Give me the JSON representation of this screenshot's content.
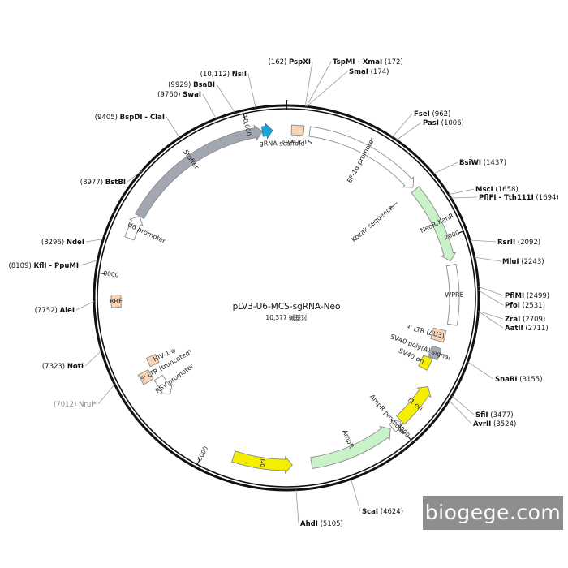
{
  "plasmid": {
    "title": "pLV3-U6-MCS-sgRNA-Neo",
    "length_text": "10,377 碱基对",
    "length_bp": 10377
  },
  "colors": {
    "backbone": "#111111",
    "stuffer": "#a2a8b2",
    "neo": "#c9f2c9",
    "ampr": "#c9f2c9",
    "ori_yellow": "#f4ee00",
    "peach": "#f8d5b6",
    "gray_box": "#a8acb4",
    "promoter": "#ffffff",
    "scaffold": "#1aa6d8"
  },
  "ticks": [
    {
      "bp": 2000,
      "label": "2000"
    },
    {
      "bp": 4000,
      "label": "4000"
    },
    {
      "bp": 6000,
      "label": "6000"
    },
    {
      "bp": 8000,
      "label": "8000"
    },
    {
      "bp": 10000,
      "label": "10,000"
    }
  ],
  "sites": [
    {
      "id": "pspxi",
      "bp": 162,
      "pos": "(162)",
      "name": "PspXI",
      "side": "L"
    },
    {
      "id": "tspmi",
      "bp": 172,
      "pos": "(172)",
      "name": "TspMI - XmaI",
      "side": "R"
    },
    {
      "id": "smai",
      "bp": 174,
      "pos": "(174)",
      "name": "SmaI",
      "side": "R"
    },
    {
      "id": "fsei",
      "bp": 962,
      "pos": "(962)",
      "name": "FseI",
      "side": "R"
    },
    {
      "id": "pasi",
      "bp": 1006,
      "pos": "(1006)",
      "name": "PasI",
      "side": "R"
    },
    {
      "id": "bsiwi",
      "bp": 1437,
      "pos": "(1437)",
      "name": "BsiWI",
      "side": "R"
    },
    {
      "id": "msci",
      "bp": 1658,
      "pos": "(1658)",
      "name": "MscI",
      "side": "R"
    },
    {
      "id": "pflfi",
      "bp": 1694,
      "pos": "(1694)",
      "name": "PflFI - Tth111I",
      "side": "R"
    },
    {
      "id": "rsrii",
      "bp": 2092,
      "pos": "(2092)",
      "name": "RsrII",
      "side": "R"
    },
    {
      "id": "mlui",
      "bp": 2243,
      "pos": "(2243)",
      "name": "MluI",
      "side": "R"
    },
    {
      "id": "pflmi",
      "bp": 2499,
      "pos": "(2499)",
      "name": "PflMI",
      "side": "R"
    },
    {
      "id": "pfoi",
      "bp": 2531,
      "pos": "(2531)",
      "name": "PfoI",
      "side": "R"
    },
    {
      "id": "zrai",
      "bp": 2709,
      "pos": "(2709)",
      "name": "ZraI",
      "side": "R"
    },
    {
      "id": "aatii",
      "bp": 2711,
      "pos": "(2711)",
      "name": "AatII",
      "side": "R"
    },
    {
      "id": "snabi",
      "bp": 3155,
      "pos": "(3155)",
      "name": "SnaBI",
      "side": "R"
    },
    {
      "id": "sfii",
      "bp": 3477,
      "pos": "(3477)",
      "name": "SfiI",
      "side": "R"
    },
    {
      "id": "avrii",
      "bp": 3524,
      "pos": "(3524)",
      "name": "AvrII",
      "side": "R"
    },
    {
      "id": "scai",
      "bp": 4624,
      "pos": "(4624)",
      "name": "ScaI",
      "side": "R"
    },
    {
      "id": "ahdi",
      "bp": 5105,
      "pos": "(5105)",
      "name": "AhdI",
      "side": "R"
    },
    {
      "id": "nrui",
      "bp": 7012,
      "pos": "(7012)",
      "name": "NruI*",
      "side": "L",
      "muted": true
    },
    {
      "id": "noti",
      "bp": 7323,
      "pos": "(7323)",
      "name": "NotI",
      "side": "L"
    },
    {
      "id": "alei",
      "bp": 7752,
      "pos": "(7752)",
      "name": "AleI",
      "side": "L"
    },
    {
      "id": "kfli",
      "bp": 8109,
      "pos": "(8109)",
      "name": "KflI - PpuMI",
      "side": "L"
    },
    {
      "id": "ndei",
      "bp": 8296,
      "pos": "(8296)",
      "name": "NdeI",
      "side": "L"
    },
    {
      "id": "bstbi",
      "bp": 8977,
      "pos": "(8977)",
      "name": "BstBI",
      "side": "L"
    },
    {
      "id": "bspdi",
      "bp": 9405,
      "pos": "(9405)",
      "name": "BspDI - ClaI",
      "side": "L"
    },
    {
      "id": "swai",
      "bp": 9760,
      "pos": "(9760)",
      "name": "SwaI",
      "side": "L"
    },
    {
      "id": "bsabi",
      "bp": 9929,
      "pos": "(9929)",
      "name": "BsaBI",
      "side": "L"
    },
    {
      "id": "nsii",
      "bp": 10112,
      "pos": "(10,112)",
      "name": "NsiI",
      "side": "L"
    }
  ],
  "features": [
    {
      "id": "stuffer",
      "label": "Stuffer",
      "start": 8620,
      "end": 10140,
      "kind": "arrow",
      "color": "stuffer",
      "dir": 1
    },
    {
      "id": "grna-scaffold",
      "label": "gRNA scaffold",
      "start": 10140,
      "end": 10240,
      "kind": "arrow",
      "color": "scaffold",
      "dir": 1
    },
    {
      "id": "u6-promoter",
      "label": "U6 promoter",
      "start": 8380,
      "end": 8620,
      "kind": "arrow",
      "color": "promoter",
      "dir": 1
    },
    {
      "id": "cppt-cts",
      "label": "cPPT/CTS",
      "start": 50,
      "end": 170,
      "kind": "box",
      "color": "peach"
    },
    {
      "id": "ef1a-promoter",
      "label": "EF-1α promoter",
      "start": 230,
      "end": 1410,
      "kind": "arrow",
      "color": "promoter",
      "dir": 1
    },
    {
      "id": "neor-kanr",
      "label": "NeoR/KanR",
      "start": 1440,
      "end": 2230,
      "kind": "arrow",
      "color": "neo",
      "dir": 1
    },
    {
      "id": "wpre",
      "label": "WPRE",
      "start": 2270,
      "end": 2860,
      "kind": "box",
      "color": "promoter"
    },
    {
      "id": "3-ltr",
      "label": "3' LTR (ΔU3)",
      "start": 2930,
      "end": 3050,
      "kind": "box",
      "color": "peach"
    },
    {
      "id": "sv40-polya",
      "label": "SV40 poly(A) signal",
      "start": 3120,
      "end": 3240,
      "kind": "box",
      "color": "gray_box"
    },
    {
      "id": "sv40-ori",
      "label": "SV40 ori",
      "start": 3250,
      "end": 3380,
      "kind": "box",
      "color": "ori_yellow"
    },
    {
      "id": "f1-ori",
      "label": "f1 ori",
      "start": 3520,
      "end": 3950,
      "kind": "arrow",
      "color": "ori_yellow",
      "dir": -1
    },
    {
      "id": "ampr-promoter",
      "label": "AmpR promoter",
      "start": 3960,
      "end": 4060,
      "kind": "arrow",
      "color": "promoter",
      "dir": -1
    },
    {
      "id": "ampr",
      "label": "AmpR",
      "start": 4080,
      "end": 4940,
      "kind": "arrow",
      "color": "ampr",
      "dir": -1
    },
    {
      "id": "ori",
      "label": "ori",
      "start": 5130,
      "end": 5720,
      "kind": "arrow",
      "color": "ori_yellow",
      "dir": -1
    },
    {
      "id": "rsv-promoter",
      "label": "RSV promoter",
      "start": 6640,
      "end": 6860,
      "kind": "arrow",
      "color": "promoter",
      "dir": -1
    },
    {
      "id": "5-ltr",
      "label": "5' LTR (truncated)",
      "start": 6880,
      "end": 6990,
      "kind": "box",
      "color": "peach"
    },
    {
      "id": "hiv-psi",
      "label": "HIV-1 ψ",
      "start": 7010,
      "end": 7110,
      "kind": "box",
      "color": "peach"
    },
    {
      "id": "rre",
      "label": "RRE",
      "start": 7690,
      "end": 7810,
      "kind": "box",
      "color": "peach"
    }
  ],
  "annotations": {
    "kozak": "Kozak sequence",
    "kozak_bp": 1420
  },
  "watermark": "biogege.com"
}
